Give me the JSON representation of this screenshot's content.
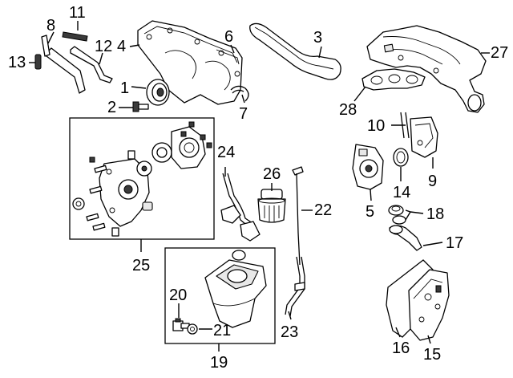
{
  "diagram": {
    "callouts": [
      {
        "id": "c1",
        "label": "1"
      },
      {
        "id": "c2",
        "label": "2"
      },
      {
        "id": "c3",
        "label": "3"
      },
      {
        "id": "c4",
        "label": "4"
      },
      {
        "id": "c5",
        "label": "5"
      },
      {
        "id": "c6",
        "label": "6"
      },
      {
        "id": "c7",
        "label": "7"
      },
      {
        "id": "c8",
        "label": "8"
      },
      {
        "id": "c9",
        "label": "9"
      },
      {
        "id": "c10",
        "label": "10"
      },
      {
        "id": "c11",
        "label": "11"
      },
      {
        "id": "c12",
        "label": "12"
      },
      {
        "id": "c13",
        "label": "13"
      },
      {
        "id": "c14",
        "label": "14"
      },
      {
        "id": "c15",
        "label": "15"
      },
      {
        "id": "c16",
        "label": "16"
      },
      {
        "id": "c17",
        "label": "17"
      },
      {
        "id": "c18",
        "label": "18"
      },
      {
        "id": "c19",
        "label": "19"
      },
      {
        "id": "c20",
        "label": "20"
      },
      {
        "id": "c21",
        "label": "21"
      },
      {
        "id": "c22",
        "label": "22"
      },
      {
        "id": "c23",
        "label": "23"
      },
      {
        "id": "c24",
        "label": "24"
      },
      {
        "id": "c25",
        "label": "25"
      },
      {
        "id": "c26",
        "label": "26"
      },
      {
        "id": "c27",
        "label": "27"
      },
      {
        "id": "c28",
        "label": "28"
      }
    ]
  }
}
